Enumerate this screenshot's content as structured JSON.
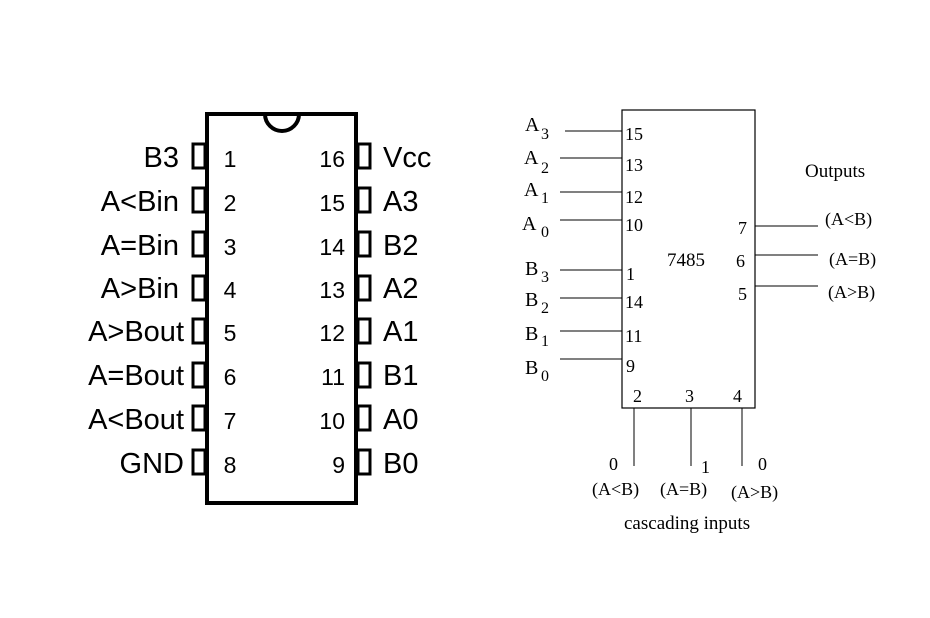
{
  "dip": {
    "left_pins": [
      {
        "label": "B3",
        "num": "1"
      },
      {
        "label": "A<Bin",
        "num": "2"
      },
      {
        "label": "A=Bin",
        "num": "3"
      },
      {
        "label": "A>Bin",
        "num": "4"
      },
      {
        "label": "A>Bout",
        "num": "5"
      },
      {
        "label": "A=Bout",
        "num": "6"
      },
      {
        "label": "A<Bout",
        "num": "7"
      },
      {
        "label": "GND",
        "num": "8"
      }
    ],
    "right_pins": [
      {
        "label": "Vcc",
        "num": "16"
      },
      {
        "label": "A3",
        "num": "15"
      },
      {
        "label": "B2",
        "num": "14"
      },
      {
        "label": "A2",
        "num": "13"
      },
      {
        "label": "A1",
        "num": "12"
      },
      {
        "label": "B1",
        "num": "11"
      },
      {
        "label": "A0",
        "num": "10"
      },
      {
        "label": "B0",
        "num": "9"
      }
    ]
  },
  "block": {
    "name": "7485",
    "outputs_title": "Outputs",
    "cascading_title": "cascading inputs",
    "inputs": [
      {
        "letter": "A",
        "sub": "3",
        "pin": "15"
      },
      {
        "letter": "A",
        "sub": "2",
        "pin": "13"
      },
      {
        "letter": "A",
        "sub": "1",
        "pin": "12"
      },
      {
        "letter": "A",
        "sub": "0",
        "pin": "10"
      },
      {
        "letter": "B",
        "sub": "3",
        "pin": "1"
      },
      {
        "letter": "B",
        "sub": "2",
        "pin": "14"
      },
      {
        "letter": "B",
        "sub": "1",
        "pin": "11"
      },
      {
        "letter": "B",
        "sub": "0",
        "pin": "9"
      }
    ],
    "outputs": [
      {
        "pin": "7",
        "label": "(A<B)"
      },
      {
        "pin": "6",
        "label": "(A=B)"
      },
      {
        "pin": "5",
        "label": "(A>B)"
      }
    ],
    "bottom_inputs": [
      {
        "pin": "2",
        "value": "0",
        "label": "(A<B)"
      },
      {
        "pin": "3",
        "value": "1",
        "label": "(A=B)"
      },
      {
        "pin": "4",
        "value": "0",
        "label": "(A>B)"
      }
    ]
  }
}
